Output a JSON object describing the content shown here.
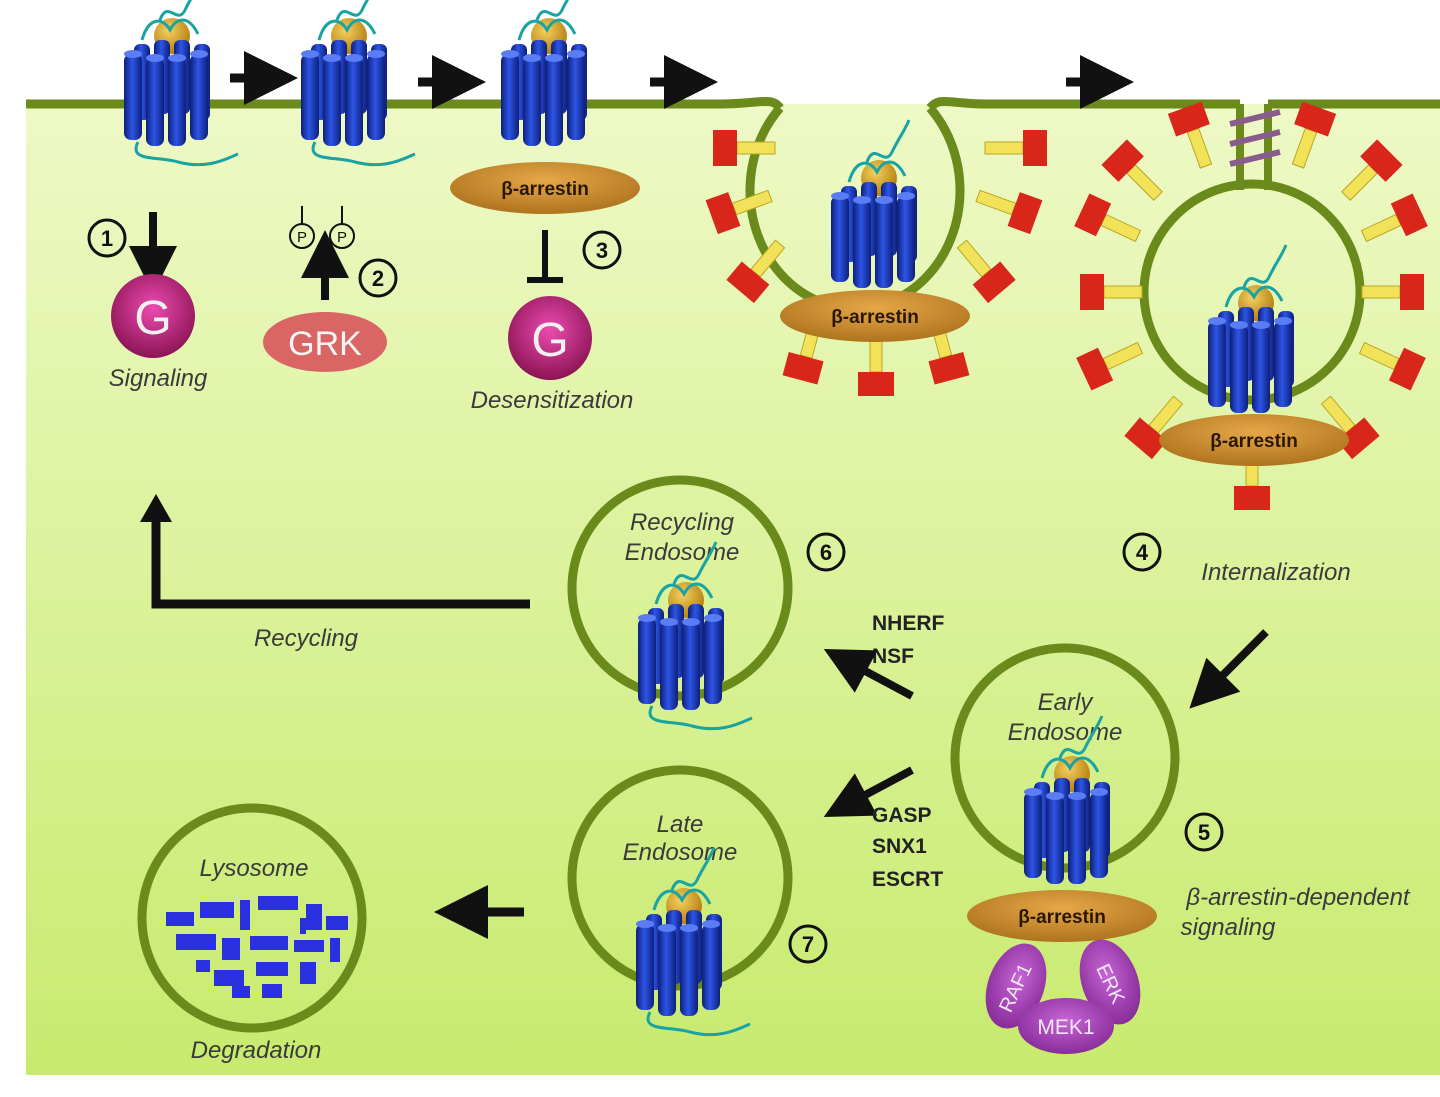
{
  "labels": {
    "signaling": "Signaling",
    "desensitization": "Desensitization",
    "internalization": "Internalization",
    "recycling": "Recycling",
    "degradation": "Degradation",
    "recycling_endosome_1": "Recycling",
    "recycling_endosome_2": "Endosome",
    "early_endosome_1": "Early",
    "early_endosome_2": "Endosome",
    "late_endosome_1": "Late",
    "late_endosome_2": "Endosome",
    "lysosome": "Lysosome",
    "barrestin_signaling_1": "β-arrestin-dependent",
    "barrestin_signaling_2": "signaling"
  },
  "proteins": {
    "g": "G",
    "grk": "GRK",
    "p": "P",
    "barrestin": "β-arrestin",
    "raf1": "RAF1",
    "erk": "ERK",
    "mek1": "MEK1"
  },
  "factors": {
    "nherf": "NHERF",
    "nsf": "NSF",
    "gasp": "GASP",
    "snx1": "SNX1",
    "escrt": "ESCRT"
  },
  "steps": [
    "1",
    "2",
    "3",
    "4",
    "5",
    "6",
    "7"
  ],
  "colors": {
    "membrane": "#6a8a1c",
    "cytoplasm_top": "#eef9c6",
    "cytoplasm_bottom": "#c9ec6f",
    "receptor": "#1e3fc8",
    "ligand": "#d6a21c",
    "arrestin": "#c98a2a",
    "g_protein": "#b0206e",
    "grk": "#d96565",
    "clathrin_red": "#d8261a",
    "clathrin_yellow": "#f2e25a",
    "lysosome_fragment": "#2a30e0",
    "kinase": "#a23fb3"
  }
}
